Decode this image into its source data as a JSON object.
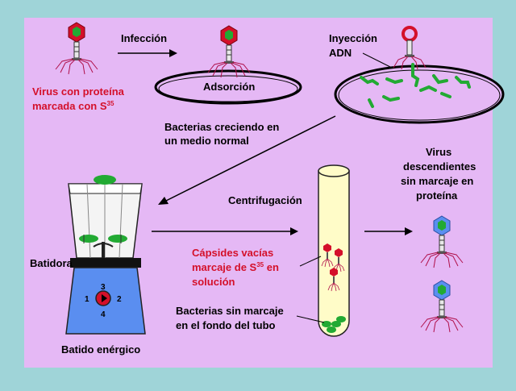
{
  "colors": {
    "frame": "#9fd4d8",
    "panel": "#e5b8f5",
    "red_text": "#d4102a",
    "green": "#22aa33",
    "blue": "#5a8ef0",
    "tube": "#fffcc8"
  },
  "labels": {
    "virus_marked_1": "Virus con proteína",
    "virus_marked_2": "marcada con S",
    "virus_marked_sup": "35",
    "infection": "Infección",
    "adsorption": "Adsorción",
    "injection_1": "Inyección",
    "injection_2": "ADN",
    "bacteria_1": "Bacterias creciendo en",
    "bacteria_2": "un medio normal",
    "offspring_1": "Virus",
    "offspring_2": "descendientes",
    "offspring_3": "sin marcaje en",
    "offspring_4": "proteína",
    "centrifuge": "Centrifugación",
    "blender": "Batidora",
    "capsids_1": "Cápsides vacías",
    "capsids_2_pre": "marcaje de S",
    "capsids_2_sup": "35",
    "capsids_2_post": " en",
    "capsids_3": "solución",
    "bottom_1": "Bacterias sin marcaje",
    "bottom_2": "en el fondo del tubo",
    "blending": "Batido enérgico"
  },
  "dial": {
    "n1": "1",
    "n2": "2",
    "n3": "3",
    "n4": "4"
  }
}
